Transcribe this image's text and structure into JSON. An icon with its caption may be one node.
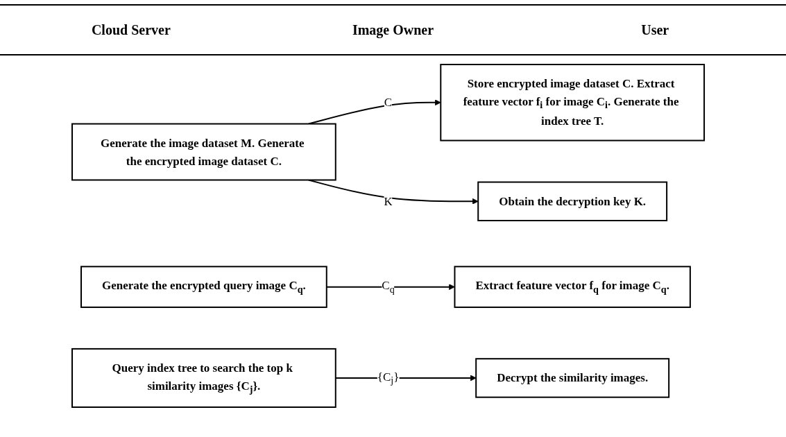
{
  "diagram": {
    "nodes": [
      {
        "text": [
          "Store encrypted image dataset C. Extract feature vector f$_{i}$ for image C$_{i}$. Generate the index tree T."
        ]
      },
      {
        "text": [
          "Generate the image dataset M. Generate the encrypted image dataset C."
        ]
      },
      {
        "text": [
          "Obtain the decryption key K."
        ]
      },
      {
        "text": [
          "Extract feature vector f$_{q}$ for image C$_{q}$."
        ]
      },
      {
        "text": [
          "Generate the encrypted query image C$_{q}$."
        ]
      },
      {
        "text": [
          "Query index tree to search the top k similarity images {C$_{j}$}."
        ]
      },
      {
        "text": [
          "Decrypt the similarity images."
        ]
      }
    ],
    "edges": [
      {
        "from": 1,
        "to": 0,
        "arrow": "to",
        "label": "C"
      },
      {
        "from": 1,
        "to": 2,
        "arrow": "to",
        "label": "K"
      },
      {
        "from": 4,
        "to": 3,
        "arrow": "to",
        "label": "C$_{q}$"
      },
      {
        "from": 5,
        "to": 6,
        "arrow": "to",
        "label": "{C$_{j}$}"
      }
    ],
    "labels": [
      "Cloud Server",
      "Image Owner",
      "User"
    ]
  }
}
